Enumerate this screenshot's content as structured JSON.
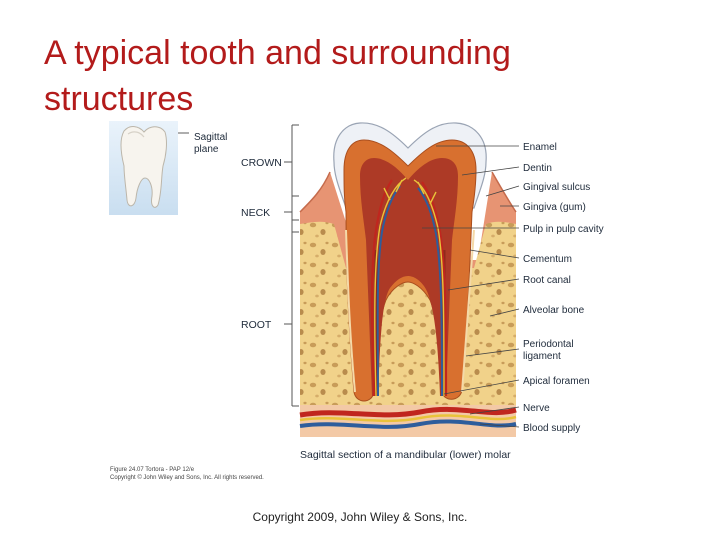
{
  "slide": {
    "title": "A typical tooth and surrounding structures",
    "copyright": "Copyright 2009, John Wiley & Sons, Inc."
  },
  "figure": {
    "inset_label_line1": "Sagittal",
    "inset_label_line2": "plane",
    "regions": {
      "crown": "CROWN",
      "neck": "NECK",
      "root": "ROOT"
    },
    "labels": {
      "enamel": "Enamel",
      "dentin": "Dentin",
      "gingival_sulcus": "Gingival sulcus",
      "gingiva": "Gingiva (gum)",
      "pulp": "Pulp in pulp cavity",
      "cementum": "Cementum",
      "root_canal": "Root canal",
      "alveolar_bone": "Alveolar bone",
      "periodontal_line1": "Periodontal",
      "periodontal_line2": "ligament",
      "apical_foramen": "Apical foramen",
      "nerve": "Nerve",
      "blood_supply": "Blood supply"
    },
    "caption": "Sagittal section of a mandibular (lower) molar",
    "credit_line1": "Figure 24.07 Tortora - PAP 12/e",
    "credit_line2": "Copyright © John Wiley and Sons, Inc. All rights reserved."
  },
  "colors": {
    "title": "#b31b1b",
    "enamel": "#eef1f6",
    "dentin": "#d8702f",
    "pulp": "#ad3a26",
    "bone": "#f1d28a",
    "gingiva": "#e79473",
    "nerve": "#e9c23a",
    "vessel": "#c0261e"
  }
}
